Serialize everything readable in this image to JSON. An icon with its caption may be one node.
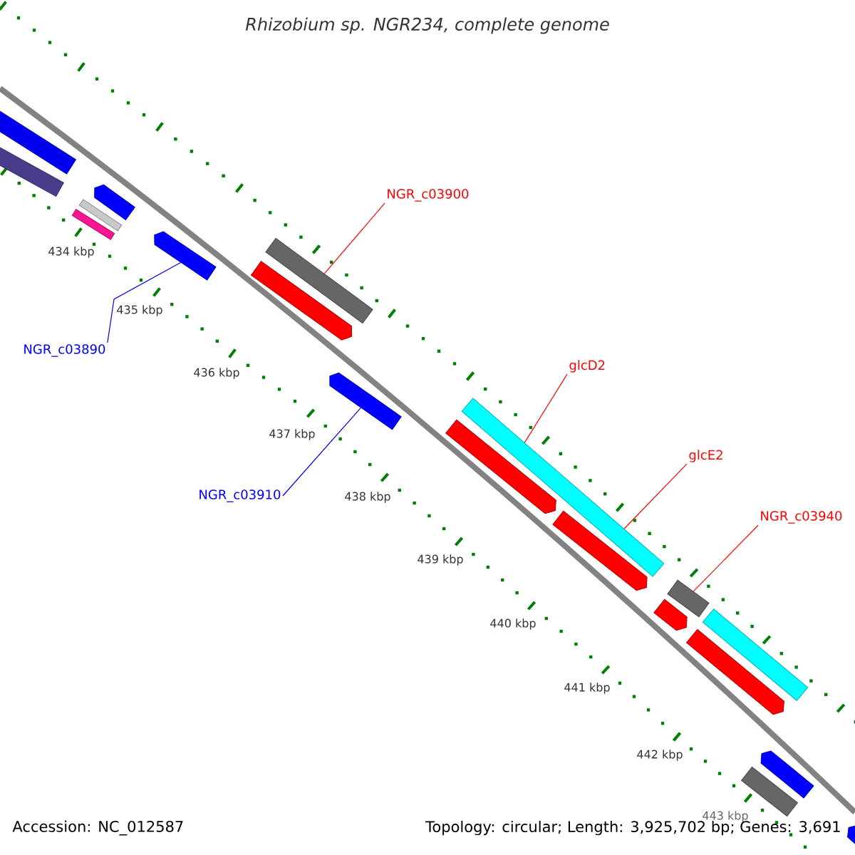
{
  "diagram": {
    "title": "Rhizobium sp. NGR234, complete genome",
    "nodes": [
      {
        "text": [
          "NGR_c03900"
        ]
      },
      {
        "text": [],
        "shape": "bar"
      },
      {
        "text": [
          "NGR_c03890"
        ]
      },
      {
        "text": [],
        "shape": "bar"
      },
      {
        "text": [
          "NGR_c03910"
        ]
      },
      {
        "text": [],
        "shape": "bar"
      },
      {
        "text": [
          "glcD2"
        ]
      },
      {
        "text": [],
        "shape": "bar"
      },
      {
        "text": [
          "glcE2"
        ]
      },
      {
        "text": [
          "NGR_c03940"
        ]
      },
      {
        "text": [],
        "shape": "bar"
      },
      {
        "text": [],
        "shape": "bar"
      },
      {
        "text": [],
        "shape": "bar"
      },
      {
        "text": [],
        "shape": "bar"
      },
      {
        "text": [],
        "shape": "bar"
      },
      {
        "text": [],
        "shape": "bar"
      },
      {
        "text": [],
        "shape": "bar"
      },
      {
        "text": [],
        "shape": "bar"
      },
      {
        "text": [],
        "shape": "bar"
      },
      {
        "text": [],
        "shape": "bar"
      },
      {
        "text": [],
        "shape": "bar"
      },
      {
        "text": [],
        "shape": "bar"
      },
      {
        "text": [],
        "shape": "bar"
      },
      {
        "text": [],
        "shape": "bar"
      },
      {
        "text": [],
        "shape": "bar"
      }
    ],
    "edges": [
      {
        "from": 0,
        "to": 1,
        "arrow": "none"
      },
      {
        "from": 2,
        "to": 3,
        "arrow": "none",
        "color": "#0000ff"
      },
      {
        "from": 4,
        "to": 5,
        "arrow": "none",
        "color": "#0000ff"
      },
      {
        "from": 6,
        "to": 7,
        "arrow": "none"
      },
      {
        "from": 8,
        "to": 7,
        "arrow": "none"
      },
      {
        "from": 9,
        "to": 10,
        "arrow": "none"
      }
    ],
    "labels": [
      "434 kbp",
      "435 kbp",
      "436 kbp",
      "437 kbp",
      "438 kbp",
      "439 kbp",
      "440 kbp",
      "441 kbp",
      "442 kbp",
      "443 kbp",
      "Accession: NC_012587",
      "Topology: circular; Length: 3,925,702 bp; Genes: 3,691"
    ]
  }
}
